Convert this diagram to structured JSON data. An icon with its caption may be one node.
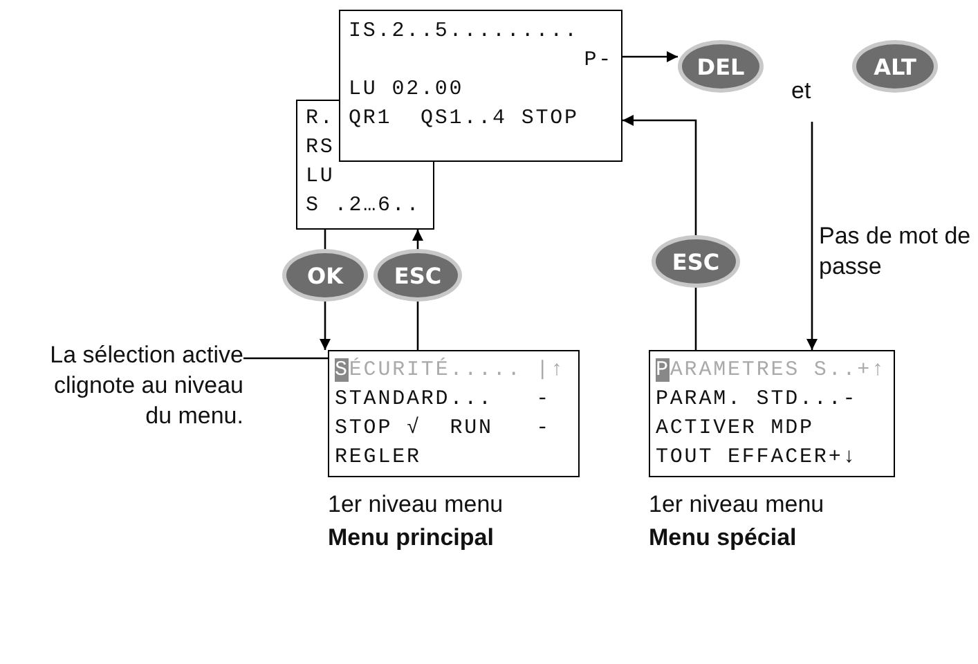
{
  "diagram": {
    "nodes": [
      {
        "text": [
          "R.",
          "RS",
          "LU",
          "S .2…6.."
        ]
      },
      {
        "text": [
          "IS.2..5.........",
          "P-",
          "LU 02.00",
          "QR1  QS1..4 STOP"
        ]
      },
      {
        "text": [
          "OK"
        ]
      },
      {
        "text": [
          "ESC"
        ]
      },
      {
        "text": [
          "ESC"
        ]
      },
      {
        "text": [
          "DEL"
        ]
      },
      {
        "text": [
          "ALT"
        ]
      },
      {
        "text": [
          "SÉCURITÉ..... |↑",
          "STANDARD...   -",
          "STOP √  RUN   -",
          "REGLER"
        ],
        "beside": [
          "1er niveau menu",
          "Menu principal"
        ]
      },
      {
        "text": [
          "PARAMETRES S..+↑",
          "PARAM. STD...-",
          "ACTIVER MDP",
          "TOUT EFFACER+↓"
        ],
        "beside": [
          "1er niveau menu",
          "Menu spécial"
        ]
      },
      {
        "text": [
          "La sélection active clignote au niveau du menu."
        ]
      }
    ],
    "edges": [
      {
        "from": 0,
        "to": 2,
        "arrow": "none"
      },
      {
        "from": 2,
        "to": 7,
        "arrow": "to"
      },
      {
        "from": 7,
        "to": 3,
        "arrow": "none"
      },
      {
        "from": 3,
        "to": 0,
        "arrow": "to"
      },
      {
        "from": 8,
        "to": 4,
        "arrow": "none"
      },
      {
        "from": 4,
        "to": 1,
        "arrow": "to"
      },
      {
        "from": 1,
        "to": 5,
        "arrow": "to"
      },
      {
        "from": null,
        "to": 8,
        "arrow": "to",
        "label": "Pas de mot de passe"
      },
      {
        "from": 9,
        "to": 7,
        "arrow": "none"
      }
    ],
    "labels": [
      "et"
    ]
  }
}
